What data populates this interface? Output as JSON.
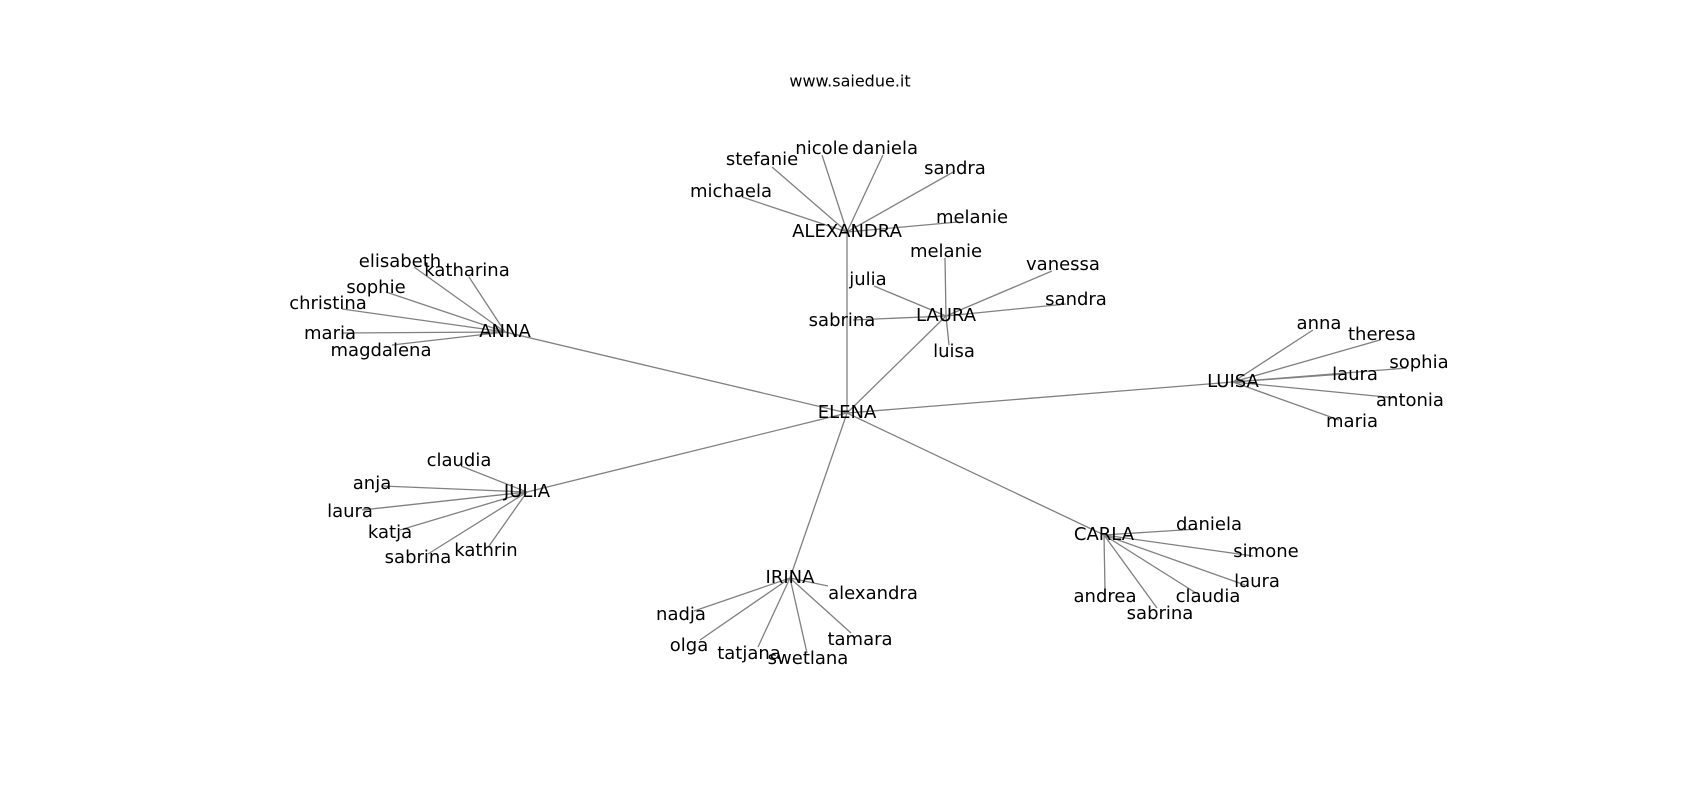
{
  "title": "www.saiedue.it",
  "colors": {
    "edge": "#808080",
    "text": "#000000",
    "background": "#ffffff"
  },
  "center": "ELENA",
  "hubs": [
    {
      "name": "ALEXANDRA",
      "children": [
        "michaela",
        "stefanie",
        "nicole",
        "daniela",
        "sandra",
        "melanie"
      ]
    },
    {
      "name": "LAURA",
      "children": [
        "melanie",
        "vanessa",
        "julia",
        "sandra",
        "sabrina",
        "luisa"
      ]
    },
    {
      "name": "ANNA",
      "children": [
        "elisabeth",
        "katharina",
        "sophie",
        "christina",
        "maria",
        "magdalena"
      ]
    },
    {
      "name": "LUISA",
      "children": [
        "anna",
        "theresa",
        "sophia",
        "laura",
        "antonia",
        "maria"
      ]
    },
    {
      "name": "JULIA",
      "children": [
        "claudia",
        "anja",
        "laura",
        "katja",
        "sabrina",
        "kathrin"
      ]
    },
    {
      "name": "IRINA",
      "children": [
        "alexandra",
        "nadja",
        "tamara",
        "olga",
        "tatjana",
        "swetlana"
      ]
    },
    {
      "name": "CARLA",
      "children": [
        "daniela",
        "simone",
        "laura",
        "andrea",
        "claudia",
        "sabrina"
      ]
    }
  ]
}
